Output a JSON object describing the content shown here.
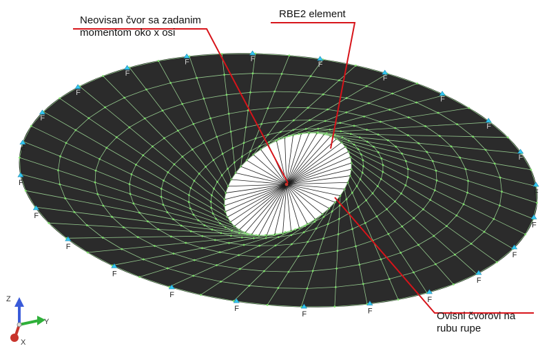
{
  "callouts": {
    "independent_node": [
      "Neovisan čvor sa zadanim",
      "momentom oko x osi"
    ],
    "rbe2_element": [
      "RBE2 element"
    ],
    "dependent_nodes": [
      "Ovisni čvorovi na",
      "rubu rupe"
    ]
  },
  "constraint_label": "F",
  "triad": {
    "axis_z": "Z",
    "axis_y": "Y",
    "axis_x": "X"
  },
  "colors": {
    "shell_fill": "#2b2b2b",
    "hole_fill": "#ffffff",
    "mesh_lines": "#a8e6a0",
    "mesh_nodes": "#7ddf6a",
    "spokes": "#1c1c1c",
    "leader_lines": "#d7141a",
    "constraint_marker": "#34c7f2",
    "axis_z": "#3a5bd9",
    "axis_y": "#2fb03a",
    "axis_x": "#c8342c"
  },
  "mesh": {
    "radial_divisions": 48,
    "ring_count": 7
  }
}
